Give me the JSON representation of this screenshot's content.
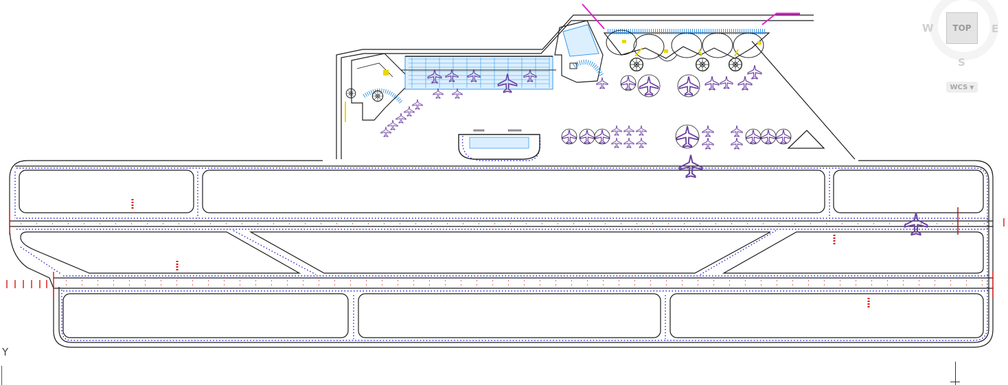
{
  "viewcube": {
    "top_label": "TOP",
    "west": "W",
    "east": "E",
    "south": "S",
    "wcs_label": "WCS"
  },
  "ucs": {
    "axis_y_label": "Y"
  },
  "colors": {
    "line": "#1a1a1a",
    "lights_blue": "#2222cc",
    "lights_red": "#dd1111",
    "aircraft": "#6a3fa0",
    "terminal": "#3399ee",
    "terminal_fill": "#dcefff",
    "accent_magenta": "#dd22cc",
    "accent_yellow": "#e8d800"
  },
  "icons": [
    "aircraft-icon",
    "gate-rotunda-icon",
    "viewcube",
    "ucs-icon"
  ]
}
